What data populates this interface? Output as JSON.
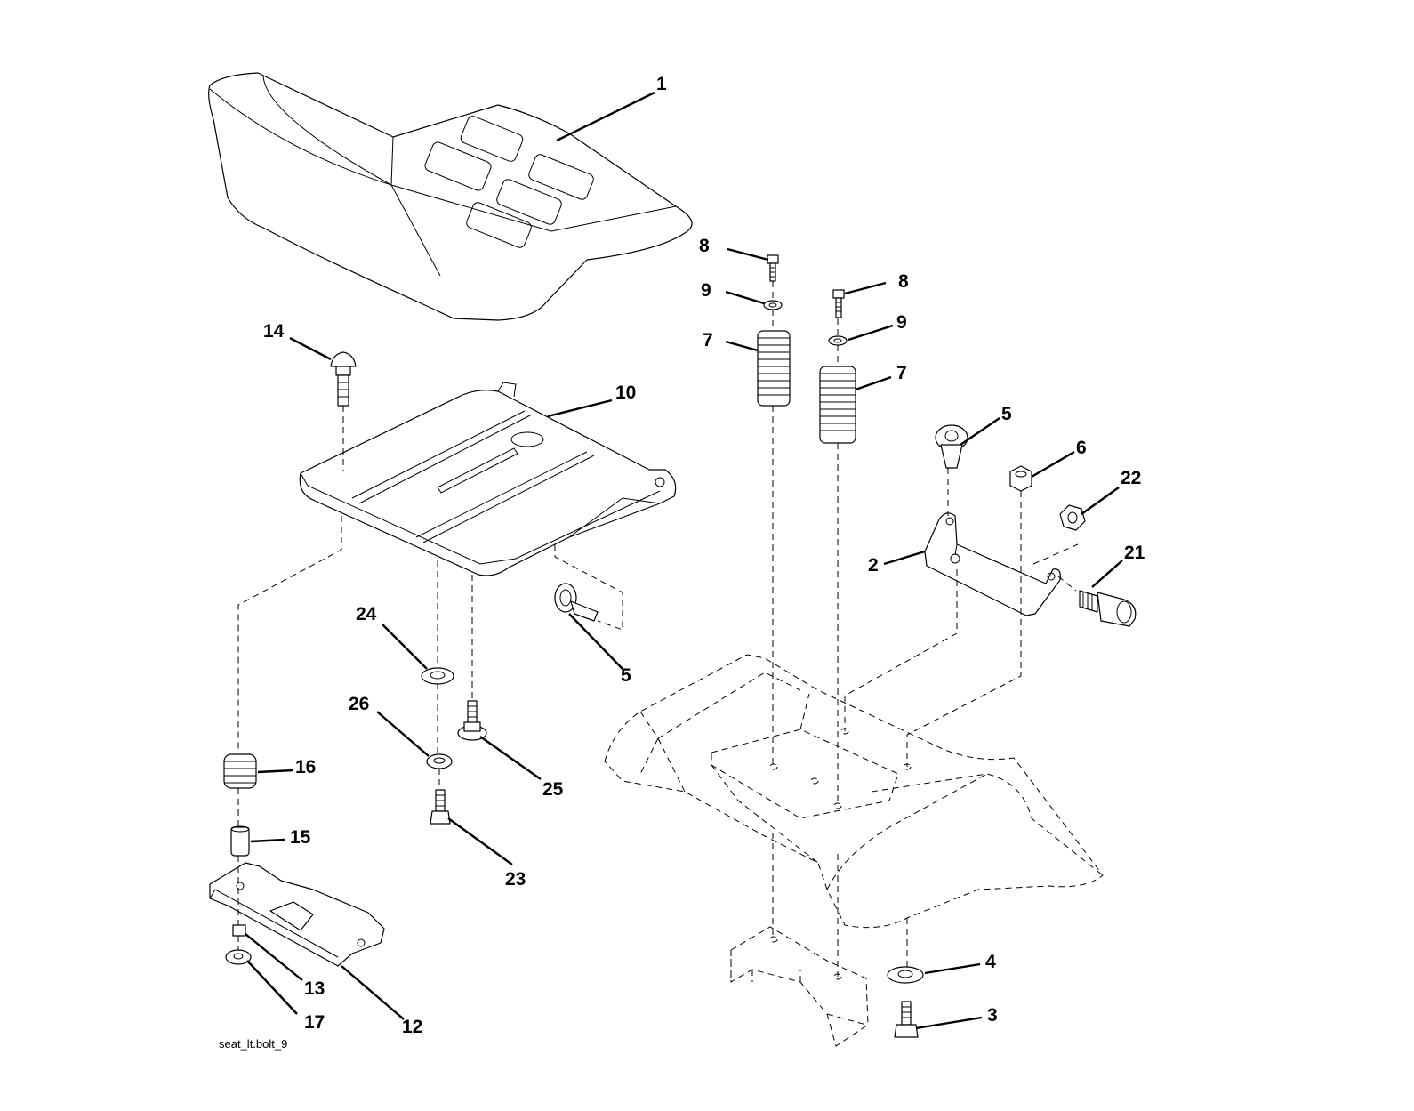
{
  "diagram": {
    "caption": "seat_lt.bolt_9",
    "callouts": [
      {
        "id": "c1",
        "label": "1"
      },
      {
        "id": "c2",
        "label": "2"
      },
      {
        "id": "c3",
        "label": "3"
      },
      {
        "id": "c4",
        "label": "4"
      },
      {
        "id": "c5a",
        "label": "5"
      },
      {
        "id": "c5b",
        "label": "5"
      },
      {
        "id": "c6",
        "label": "6"
      },
      {
        "id": "c7a",
        "label": "7"
      },
      {
        "id": "c7b",
        "label": "7"
      },
      {
        "id": "c8a",
        "label": "8"
      },
      {
        "id": "c8b",
        "label": "8"
      },
      {
        "id": "c9a",
        "label": "9"
      },
      {
        "id": "c9b",
        "label": "9"
      },
      {
        "id": "c10",
        "label": "10"
      },
      {
        "id": "c12",
        "label": "12"
      },
      {
        "id": "c13",
        "label": "13"
      },
      {
        "id": "c14",
        "label": "14"
      },
      {
        "id": "c15",
        "label": "15"
      },
      {
        "id": "c16",
        "label": "16"
      },
      {
        "id": "c17",
        "label": "17"
      },
      {
        "id": "c21",
        "label": "21"
      },
      {
        "id": "c22",
        "label": "22"
      },
      {
        "id": "c23",
        "label": "23"
      },
      {
        "id": "c24",
        "label": "24"
      },
      {
        "id": "c25",
        "label": "25"
      },
      {
        "id": "c26",
        "label": "26"
      }
    ]
  }
}
